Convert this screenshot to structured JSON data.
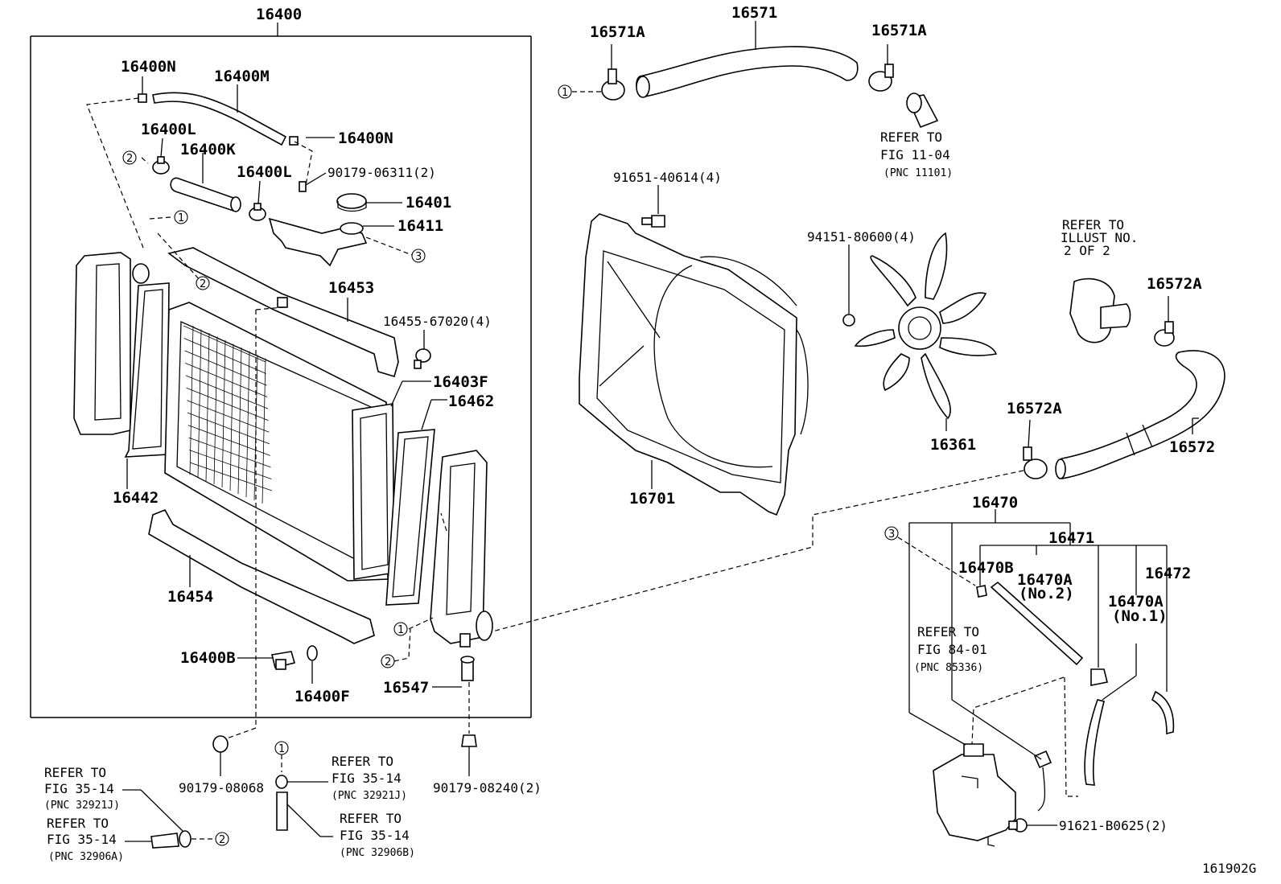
{
  "diagram_id": "161902G",
  "callouts": {
    "c1": "1",
    "c2": "2",
    "c3": "3"
  },
  "parts": {
    "p16400": "16400",
    "p16400N_a": "16400N",
    "p16400M": "16400M",
    "p16400L_a": "16400L",
    "p16400N_b": "16400N",
    "p16400K": "16400K",
    "p16400L_b": "16400L",
    "p90179_06311": "90179-06311(2)",
    "p16401": "16401",
    "p16411": "16411",
    "p16453": "16453",
    "p16455": "16455-67020(4)",
    "p16403F": "16403F",
    "p16462": "16462",
    "p16442": "16442",
    "p16454": "16454",
    "p16400B": "16400B",
    "p16400F": "16400F",
    "p16547": "16547",
    "p90179_08068": "90179-08068",
    "p90179_08240": "90179-08240(2)",
    "p16571": "16571",
    "p16571A_a": "16571A",
    "p16571A_b": "16571A",
    "p91651": "91651-40614(4)",
    "p94151": "94151-80600(4)",
    "p16361": "16361",
    "p16701": "16701",
    "p16572A_a": "16572A",
    "p16572A_b": "16572A",
    "p16572": "16572",
    "p16470": "16470",
    "p16471": "16471",
    "p16470B": "16470B",
    "p16470A_no2": "16470A",
    "no2": "(No.2)",
    "p16470A_no1": "16470A",
    "no1": "(No.1)",
    "p16472": "16472",
    "p91621": "91621-B0625(2)"
  },
  "refs": {
    "r1": {
      "l1": "REFER TO",
      "l2": "FIG 11-04",
      "l3": "(PNC 11101)"
    },
    "r2": {
      "l1": "REFER TO",
      "l2": "ILLUST NO.",
      "l3": "2 OF 2"
    },
    "r3": {
      "l1": "REFER TO",
      "l2": "FIG 84-01",
      "l3": "(PNC 85336)"
    },
    "r4": {
      "l1": "REFER TO",
      "l2": "FIG 35-14",
      "l3": "(PNC 32921J)"
    },
    "r5": {
      "l1": "REFER TO",
      "l2": "FIG 35-14",
      "l3": "(PNC 32906A)"
    },
    "r6": {
      "l1": "REFER TO",
      "l2": "FIG 35-14",
      "l3": "(PNC 32921J)"
    },
    "r7": {
      "l1": "REFER TO",
      "l2": "FIG 35-14",
      "l3": "(PNC 32906B)"
    }
  }
}
